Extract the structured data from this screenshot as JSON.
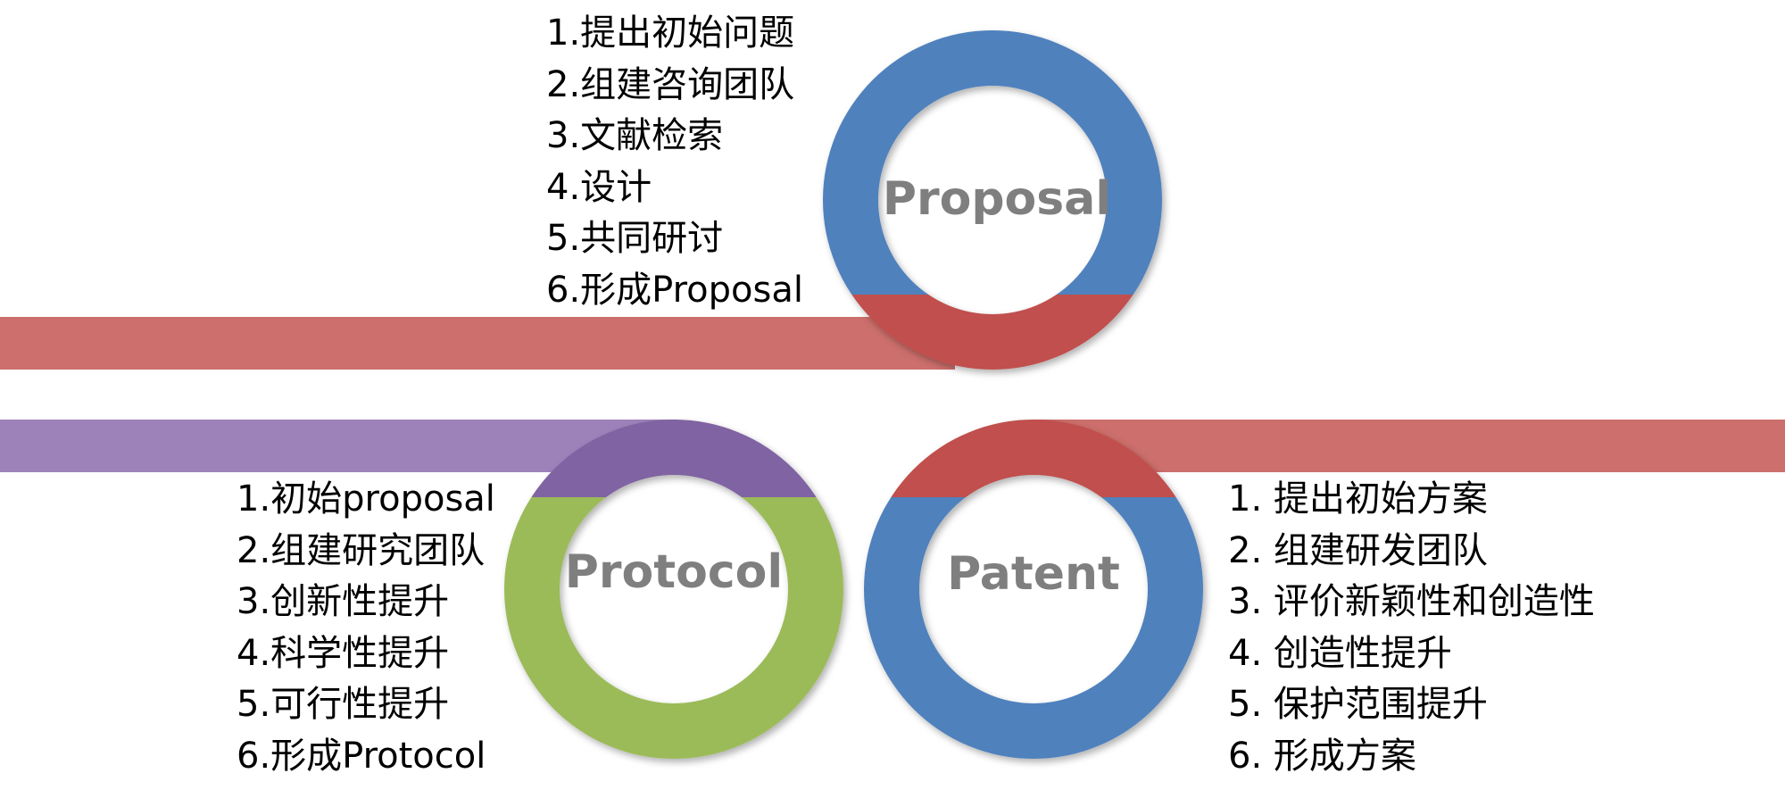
{
  "colors": {
    "blue": "#4f81bd",
    "red": "#c0504d",
    "band_red": "#cd6f6c",
    "green": "#9bbb59",
    "purple": "#8064a2",
    "band_purple": "#9c82b9",
    "label_gray": "#7f7f7f",
    "text": "#000000"
  },
  "proposal": {
    "label": "Proposal",
    "steps": [
      "1.提出初始问题",
      "2.组建咨询团队",
      "3.文献检索",
      "4.设计",
      "5.共同研讨",
      "6.形成Proposal"
    ]
  },
  "protocol": {
    "label": "Protocol",
    "steps": [
      "1.初始proposal",
      "2.组建研究团队",
      "3.创新性提升",
      "4.科学性提升",
      "5.可行性提升",
      "6.形成Protocol"
    ]
  },
  "patent": {
    "label": "Patent",
    "steps": [
      "1.  提出初始方案",
      "2.  组建研发团队",
      "3.  评价新颖性和创造性",
      "4.  创造性提升",
      "5.  保护范围提升",
      "6.  形成方案"
    ]
  }
}
